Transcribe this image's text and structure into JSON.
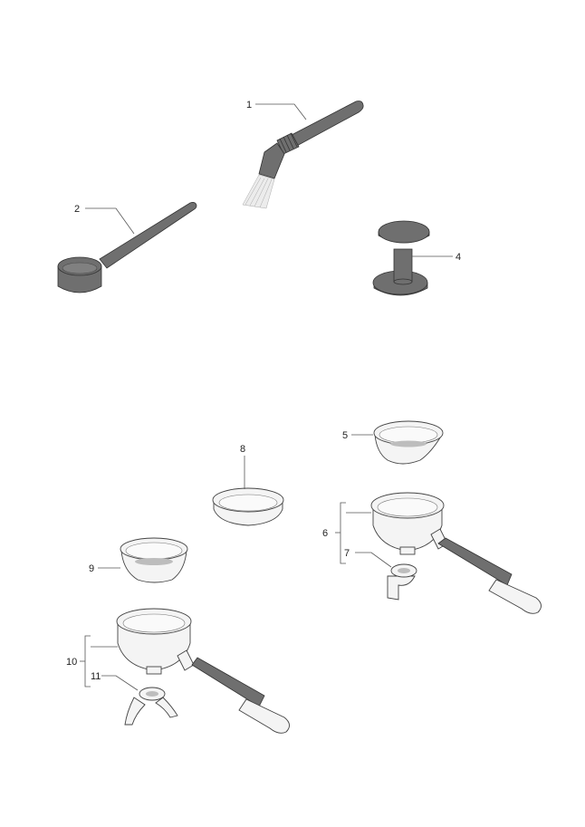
{
  "diagram": {
    "type": "parts-exploded-view",
    "subject": "espresso machine accessories",
    "callouts": [
      {
        "id": "1",
        "label": "1",
        "part": "cleaning-brush"
      },
      {
        "id": "2",
        "label": "2",
        "part": "measuring-scoop"
      },
      {
        "id": "4",
        "label": "4",
        "part": "tamper"
      },
      {
        "id": "5",
        "label": "5",
        "part": "single-shot-filter-basket"
      },
      {
        "id": "6",
        "label": "6",
        "part": "portafilter-single-assembly"
      },
      {
        "id": "7",
        "label": "7",
        "part": "single-spout"
      },
      {
        "id": "8",
        "label": "8",
        "part": "filter-ring"
      },
      {
        "id": "9",
        "label": "9",
        "part": "double-shot-filter-basket"
      },
      {
        "id": "10",
        "label": "10",
        "part": "portafilter-double-assembly"
      },
      {
        "id": "11",
        "label": "11",
        "part": "double-spout"
      }
    ],
    "colors": {
      "part_dark": "#6f6f6f",
      "outline": "#333333",
      "background": "#ffffff"
    }
  }
}
